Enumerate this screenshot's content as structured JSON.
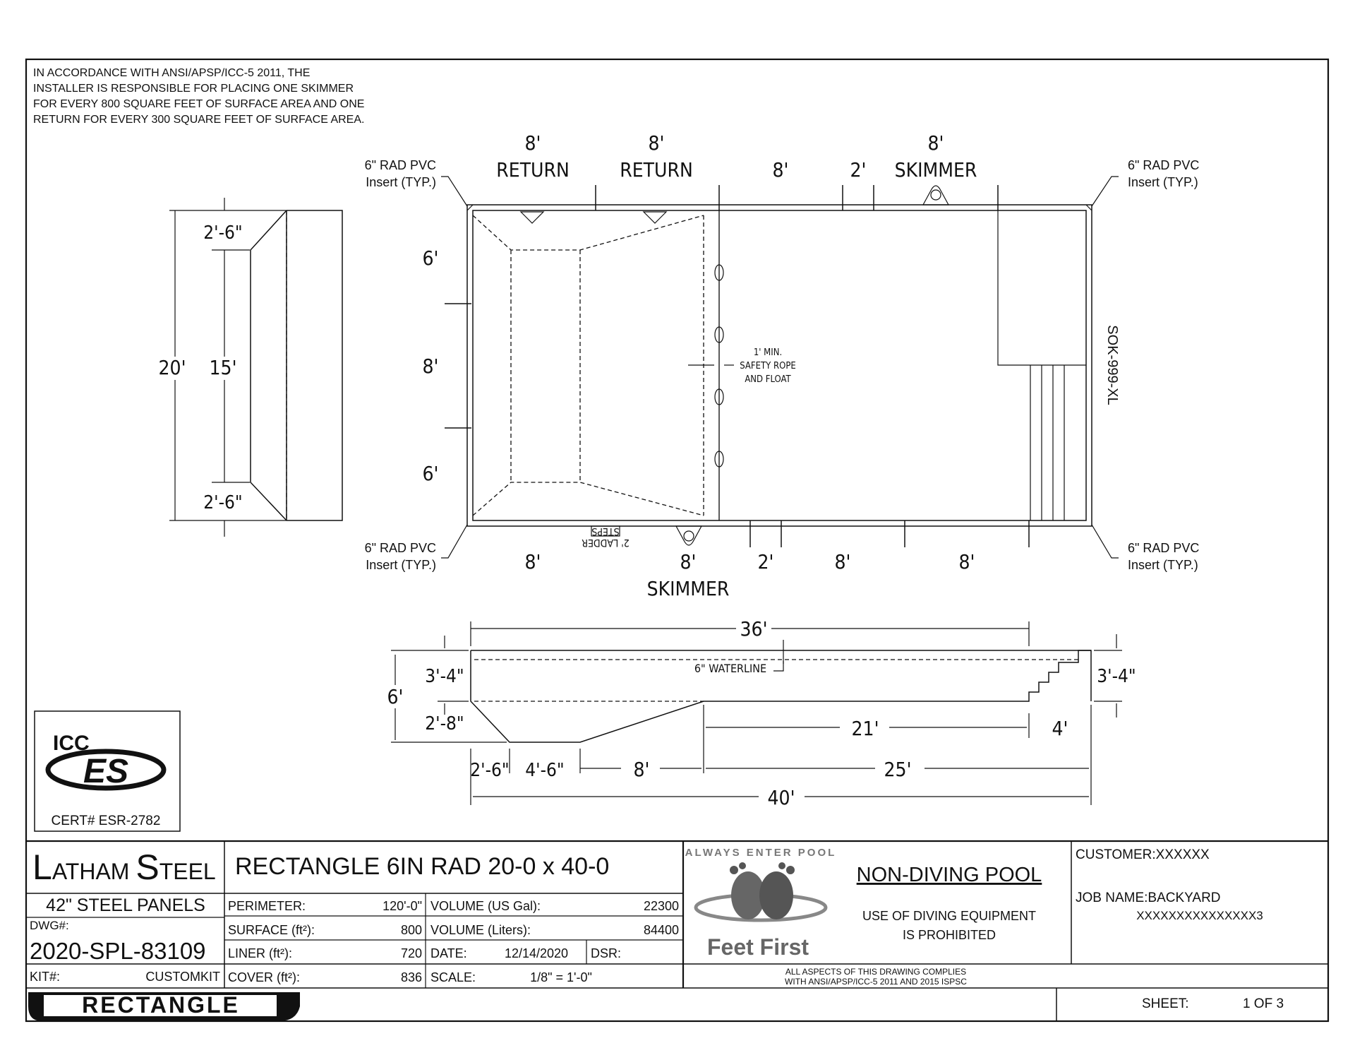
{
  "note": {
    "lines": [
      "IN ACCORDANCE WITH ANSI/APSP/ICC-5 2011, THE",
      "INSTALLER IS RESPONSIBLE FOR PLACING ONE SKIMMER",
      "FOR EVERY 800 SQUARE FEET OF SURFACE AREA AND ONE",
      "RETURN FOR EVERY 300 SQUARE FEET OF SURFACE AREA."
    ]
  },
  "plan": {
    "top_dims": [
      "8'",
      "8'",
      "8'",
      "2'",
      "8'"
    ],
    "top_labels": [
      "RETURN",
      "RETURN",
      "SKIMMER"
    ],
    "bottom_dims": [
      "8'",
      "8'",
      "2'",
      "8'",
      "8'"
    ],
    "bottom_label": "SKIMMER",
    "left_dims": [
      "6'",
      "8'",
      "6'"
    ],
    "rad_label_line1": "6\" RAD PVC",
    "rad_label_line2": "Insert (TYP.)",
    "ladder_label": "2' LADDER",
    "steps_label": "STEPS",
    "rope_lines": [
      "1' MIN.",
      "SAFETY ROPE",
      "AND FLOAT"
    ],
    "kit_code": "SOK-999-XL"
  },
  "end_view": {
    "top_dim": "2'-6\"",
    "mid_dim": "15'",
    "bottom_dim": "2'-6\"",
    "total_dim": "20'"
  },
  "section": {
    "length_36": "36'",
    "waterline": "6\" WATERLINE",
    "left_depth_upper": "3'-4\"",
    "left_depth_lower": "2'-8\"",
    "total_depth": "6'",
    "right_depth": "3'-4\"",
    "dim_21": "21'",
    "dim_4": "4'",
    "dim_26a": "2'-6\"",
    "dim_46": "4'-6\"",
    "dim_8": "8'",
    "dim_25": "25'",
    "dim_40": "40'"
  },
  "cert": {
    "logo_top": "ICC",
    "logo_main": "ES",
    "cert_no": "CERT# ESR-2782"
  },
  "title_block": {
    "brand_1": "L",
    "brand_2": "ATHAM ",
    "brand_3": "S",
    "brand_4": "TEEL",
    "panels": "42\"  STEEL PANELS",
    "dwg_label": "DWG#:",
    "dwg_no": "2020-SPL-83109",
    "kit_label": "KIT#:",
    "kit_value": "CUSTOMKIT",
    "shape_badge": "RECTANGLE",
    "title": "RECTANGLE 6IN RAD 20-0 x 40-0",
    "perimeter_label": "PERIMETER:",
    "perimeter": "120'-0\"",
    "surface_label": "SURFACE (ft²):",
    "surface": "800",
    "liner_label": "LINER (ft²):",
    "liner": "720",
    "cover_label": "COVER (ft²):",
    "cover": "836",
    "vol_gal_label": "VOLUME (US Gal):",
    "vol_gal": "22300",
    "vol_l_label": "VOLUME (Liters):",
    "vol_l": "84400",
    "date_label": "DATE:",
    "date": "12/14/2020",
    "dsr_label": "DSR:",
    "scale_label": "SCALE:",
    "scale": "1/8\" = 1'-0\"",
    "logo_arc": "ALWAYS ENTER POOL",
    "logo_text": "Feet First",
    "nondiving": "NON-DIVING POOL",
    "warning_1": "USE OF DIVING EQUIPMENT",
    "warning_2": "IS PROHIBITED",
    "comply_1": "ALL ASPECTS OF THIS DRAWING COMPLIES",
    "comply_2": "WITH ANSI/APSP/ICC-5 2011 AND 2015 ISPSC",
    "customer_label": "CUSTOMER:",
    "customer": "XXXXXX",
    "job_label": "JOB NAME:",
    "job": "BACKYARD",
    "job_2": "XXXXXXXXXXXXXXX3",
    "sheet_label": "SHEET:",
    "sheet": "1 OF 3"
  }
}
